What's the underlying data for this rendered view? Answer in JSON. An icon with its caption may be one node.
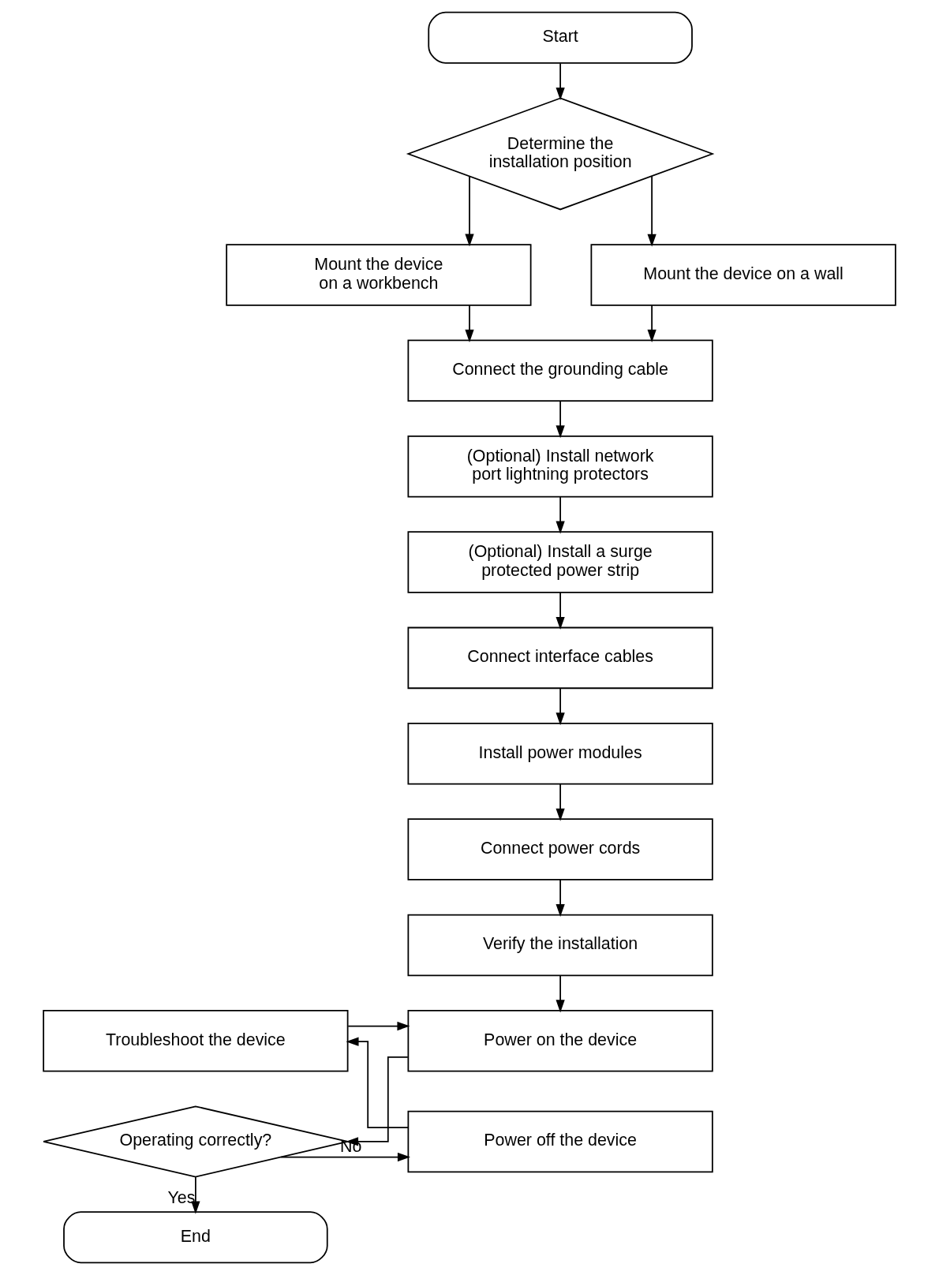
{
  "diagram": {
    "nodes": [
      {
        "text": [
          "Start"
        ]
      },
      {
        "text": [
          "Determine the installation position"
        ]
      },
      {
        "text": [
          "Mount the device on a workbench"
        ]
      },
      {
        "text": [
          "Mount the device on a wall"
        ]
      },
      {
        "text": [
          "Connect the grounding cable"
        ]
      },
      {
        "text": [
          "(Optional) Install network port lightning protectors"
        ]
      },
      {
        "text": [
          "(Optional) Install a surge protected power strip"
        ]
      },
      {
        "text": [
          "Connect interface cables"
        ]
      },
      {
        "text": [
          "Install power modules"
        ]
      },
      {
        "text": [
          "Connect power cords"
        ]
      },
      {
        "text": [
          "Verify the installation"
        ]
      },
      {
        "text": [
          "Power on the device"
        ]
      },
      {
        "text": [
          "Troubleshoot the device"
        ]
      },
      {
        "text": [
          "Operating correctly?"
        ]
      },
      {
        "text": [
          "Power off the device"
        ]
      },
      {
        "text": [
          "End"
        ]
      }
    ],
    "edges": [
      {
        "from": 0,
        "to": 1,
        "arrow": "to"
      },
      {
        "from": 1,
        "to": 2,
        "arrow": "to"
      },
      {
        "from": 1,
        "to": 3,
        "arrow": "to"
      },
      {
        "from": 2,
        "to": 4,
        "arrow": "to"
      },
      {
        "from": 3,
        "to": 4,
        "arrow": "to"
      },
      {
        "from": 4,
        "to": 5,
        "arrow": "to"
      },
      {
        "from": 5,
        "to": 6,
        "arrow": "to"
      },
      {
        "from": 6,
        "to": 7,
        "arrow": "to"
      },
      {
        "from": 7,
        "to": 8,
        "arrow": "to"
      },
      {
        "from": 8,
        "to": 9,
        "arrow": "to"
      },
      {
        "from": 9,
        "to": 10,
        "arrow": "to"
      },
      {
        "from": 10,
        "to": 11,
        "arrow": "to"
      },
      {
        "from": 11,
        "to": 13,
        "arrow": "to"
      },
      {
        "from": 13,
        "to": 14,
        "label": "No",
        "arrow": "to"
      },
      {
        "from": 14,
        "to": 12,
        "arrow": "to"
      },
      {
        "from": 12,
        "to": 11,
        "arrow": "to"
      },
      {
        "from": 13,
        "to": 15,
        "label": "Yes",
        "arrow": "to"
      }
    ]
  }
}
